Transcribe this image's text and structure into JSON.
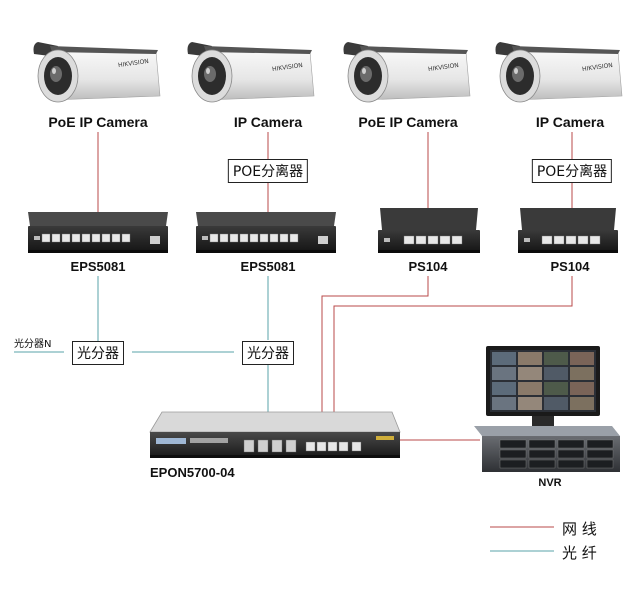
{
  "cameras": [
    {
      "label": "PoE IP Camera",
      "brand": "HIKVISION"
    },
    {
      "label": "IP Camera",
      "brand": "HIKVISION"
    },
    {
      "label": "PoE IP Camera",
      "brand": "HIKVISION"
    },
    {
      "label": "IP Camera",
      "brand": "HIKVISION"
    }
  ],
  "poe_splitters": [
    {
      "label": "POE分离器"
    },
    {
      "label": "POE分离器"
    }
  ],
  "switches": [
    {
      "label": "EPS5081"
    },
    {
      "label": "EPS5081"
    },
    {
      "label": "PS104"
    },
    {
      "label": "PS104"
    }
  ],
  "optical_splitters": [
    {
      "label": "光分器"
    },
    {
      "label": "光分器"
    }
  ],
  "optical_splitter_n": "光分器N",
  "olt": {
    "label": "EPON5700-04"
  },
  "nvr": {
    "label": "NVR"
  },
  "legend": {
    "network_cable": {
      "label": "网 线",
      "color": "#b84a4a"
    },
    "fiber": {
      "label": "光 纤",
      "color": "#5aa3a8"
    }
  }
}
